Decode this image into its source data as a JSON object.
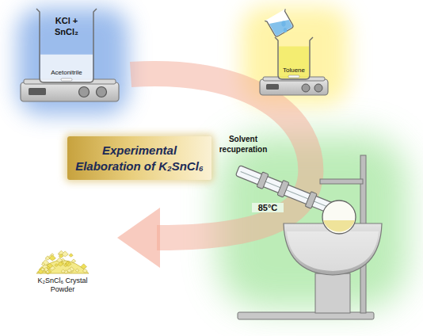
{
  "diagram": {
    "nodes": [
      {
        "text": [
          "KCl + SnCl₂",
          "Acetonitrile"
        ]
      },
      {
        "text": [
          "Toluene"
        ]
      },
      {
        "text": [
          "Experimental Elaboration of K₂SnCl₆"
        ]
      }
    ],
    "labels": [
      "Solvent recuperation",
      "85°C",
      "K₂SnCl₆ Crystal Powder"
    ]
  }
}
